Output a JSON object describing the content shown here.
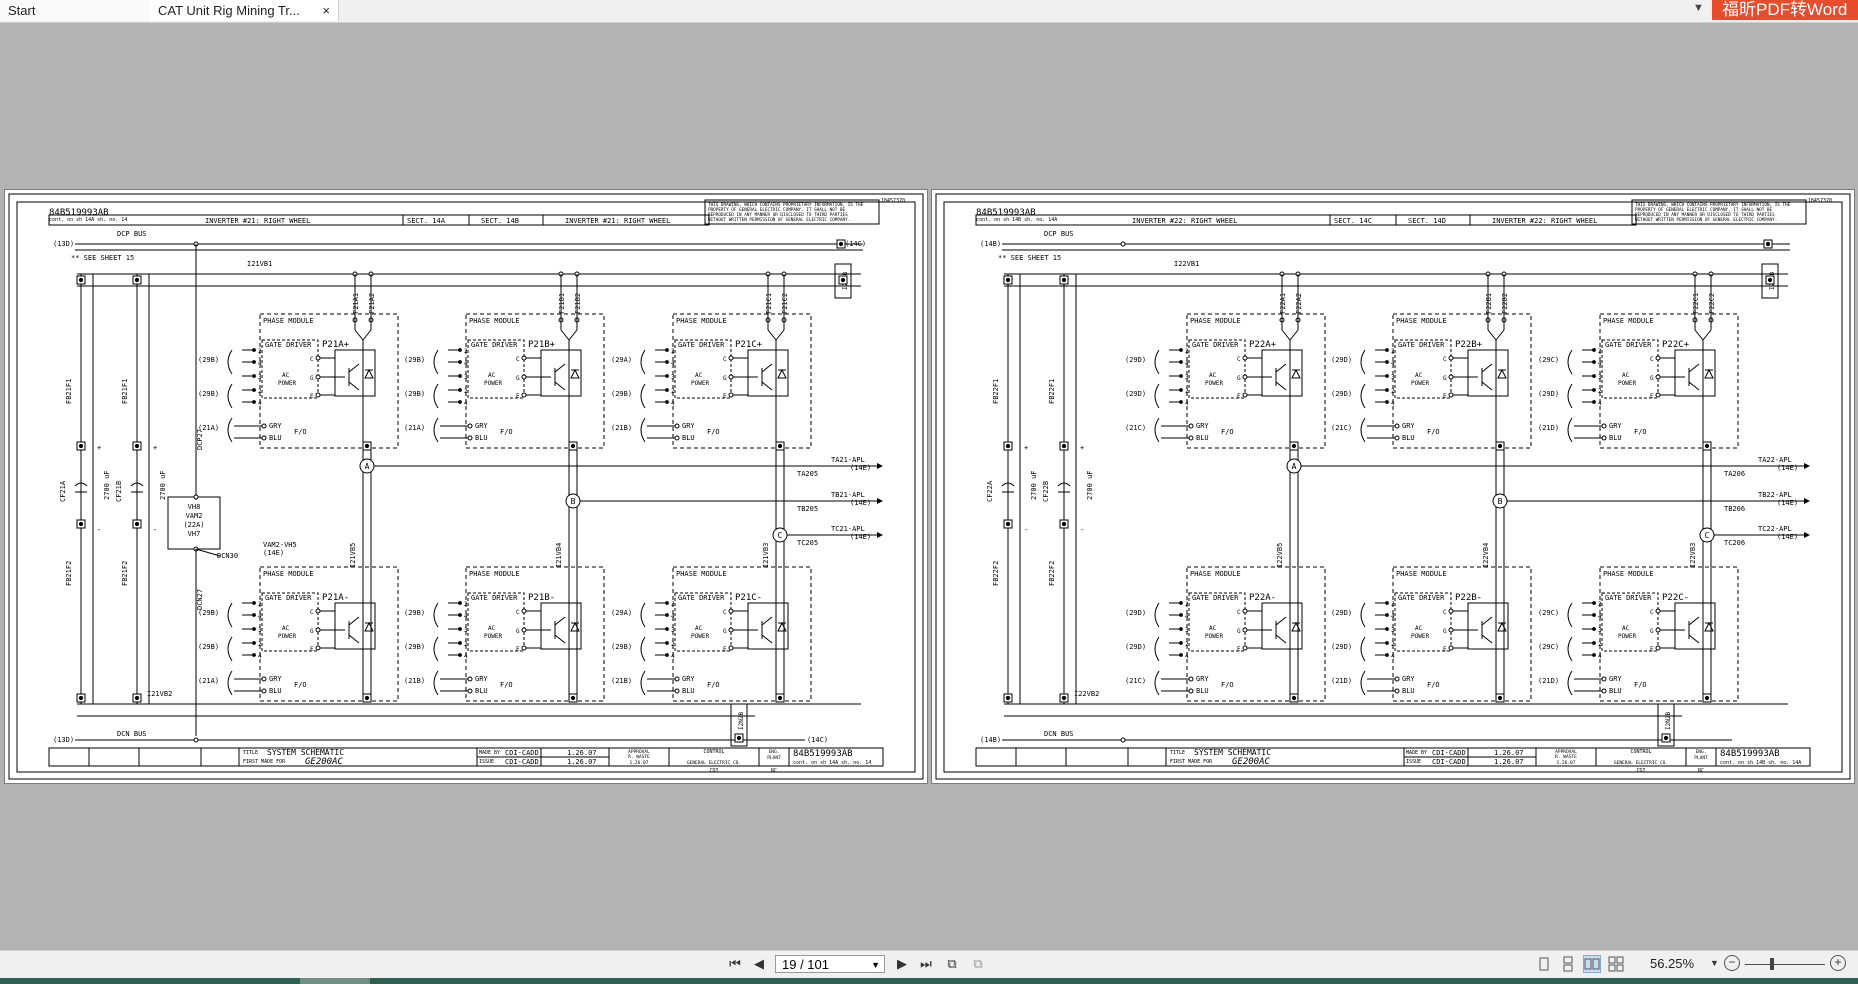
{
  "tabs": {
    "start": "Start",
    "document": "CAT Unit Rig Mining Tr...",
    "close_glyph": "×",
    "brand": "福昕PDF转Word"
  },
  "status": {
    "page_indicator": "19 / 101",
    "zoom": "56.25%",
    "active_view": "two-page"
  },
  "sheets": [
    {
      "drawing_no": "84B519993AB",
      "cont_line": "cont. on sh 14A   sh. no. 14",
      "sheet_tag": "18457370",
      "proprietary": [
        "THIS DRAWING, WHICH CONTAINS PROPRIETARY INFORMATION, IS THE",
        "PROPERTY OF GENERAL ELECTRIC COMPANY. IT SHALL NOT BE",
        "REPRODUCED IN ANY MANNER OR DISCLOSED TO THIRD PARTIES",
        "WITHOUT WRITTEN PERMISSION OF GENERAL ELECTRIC COMPANY."
      ],
      "header_left": "INVERTER #21: RIGHT WHEEL",
      "sect_a": "SECT. 14A",
      "sect_b": "SECT. 14B",
      "header_right": "INVERTER #21: RIGHT WHEEL",
      "dcp_bus": "DCP BUS",
      "dcn_bus": "DCN BUS",
      "bus_in": "(13D)",
      "bus_out": "(14C)",
      "see_sheet": "** SEE SHEET 15",
      "vb_top": "I21VB1",
      "vb_bottom": "I21VB2",
      "fb": [
        "FB21F1",
        "FB21F1",
        "FB21F2",
        "FB21F2"
      ],
      "caps": [
        "CF21A",
        "CF21B"
      ],
      "cap_val": "2700 uF",
      "vam": [
        "VH8",
        "VAM2",
        "(22A)",
        "VH7"
      ],
      "vam_out": [
        "VAM2-VH5",
        "(14E)"
      ],
      "dcp27": "DCP27",
      "dcn27": "DCN27",
      "dcn30": "DCN30",
      "p2b": "I2P2B",
      "n2b": "I2N2B",
      "phase_label": "PHASE MODULE",
      "gate_label": "GATE DRIVER",
      "ac_power": [
        "AC",
        "POWER"
      ],
      "fo": "F/O",
      "gry": "GRY",
      "blu": "BLU",
      "modules_top": [
        {
          "name": "P21A+",
          "fuses": [
            "F21A1",
            "F21A2"
          ],
          "refs": [
            "(29B)",
            "(29B)",
            "(21A)"
          ]
        },
        {
          "name": "P21B+",
          "fuses": [
            "F21B1",
            "F21B2"
          ],
          "refs": [
            "(29B)",
            "(29B)",
            "(21A)"
          ]
        },
        {
          "name": "P21C+",
          "fuses": [
            "F21C1",
            "F21C2"
          ],
          "refs": [
            "(29A)",
            "(29B)",
            "(21B)"
          ]
        }
      ],
      "modules_bottom": [
        {
          "name": "P21A-",
          "refs": [
            "(29B)",
            "(29B)",
            "(21A)"
          ]
        },
        {
          "name": "P21B-",
          "refs": [
            "(29B)",
            "(29B)",
            "(21B)"
          ]
        },
        {
          "name": "P21C-",
          "refs": [
            "(29A)",
            "(29B)",
            "(21B)"
          ]
        }
      ],
      "vb_phase": [
        "I21VB5",
        "I21VB4",
        "I21VB3"
      ],
      "nodes": [
        "A",
        "B",
        "C"
      ],
      "outputs": [
        {
          "top": "TA21-APL",
          "ref": "(14E)",
          "wire": "TA205"
        },
        {
          "top": "TB21-APL",
          "ref": "(14E)",
          "wire": "TB205"
        },
        {
          "top": "TC21-APL",
          "ref": "(14E)",
          "wire": "TC205"
        }
      ],
      "title_block": {
        "title_tag": "TITLE",
        "title": "SYSTEM SCHEMATIC",
        "first_made_tag": "FIRST MADE FOR",
        "first_made": "GE200AC",
        "made_by_tag": "MADE BY",
        "issue_tag": "ISSUE",
        "made_by": "CDI-CADD",
        "issue": "CDI-CADD",
        "date1": "1.26.07",
        "date2": "1.26.07",
        "approval": "APPROVAL",
        "approver": "R. WASTE",
        "approval_date": "1.26.07",
        "control": "CONTROL",
        "company": "GENERAL ELECTRIC CO.",
        "cdi": "CDI",
        "eng": "ENG.",
        "plant": "PLANT",
        "rc": "RC",
        "drawing_no": "84B519993AB",
        "cont_line": "cont. on sh 14A   sh. no. 14"
      }
    },
    {
      "drawing_no": "84B519993AB",
      "cont_line": "cont. on sh 14B   sh. no. 14A",
      "sheet_tag": "18457370",
      "proprietary": [
        "THIS DRAWING, WHICH CONTAINS PROPRIETARY INFORMATION, IS THE",
        "PROPERTY OF GENERAL ELECTRIC COMPANY. IT SHALL NOT BE",
        "REPRODUCED IN ANY MANNER OR DISCLOSED TO THIRD PARTIES",
        "WITHOUT WRITTEN PERMISSION OF GENERAL ELECTRIC COMPANY."
      ],
      "header_left": "INVERTER #22: RIGHT WHEEL",
      "sect_a": "SECT. 14C",
      "sect_b": "SECT. 14D",
      "header_right": "INVERTER #22: RIGHT WHEEL",
      "dcp_bus": "DCP BUS",
      "dcn_bus": "DCN BUS",
      "bus_in": "(14B)",
      "bus_out": "",
      "see_sheet": "** SEE SHEET 15",
      "vb_top": "I22VB1",
      "vb_bottom": "I22VB2",
      "fb": [
        "FB22F1",
        "FB22F1",
        "FB22F2",
        "FB22F2"
      ],
      "caps": [
        "CF22A",
        "CF22B"
      ],
      "cap_val": "2700 uF",
      "vam": [],
      "vam_out": [],
      "dcp27": "",
      "dcn27": "",
      "dcn30": "",
      "p2b": "I2P2B",
      "n2b": "I2N2B",
      "phase_label": "PHASE MODULE",
      "gate_label": "GATE DRIVER",
      "ac_power": [
        "AC",
        "POWER"
      ],
      "fo": "F/O",
      "gry": "GRY",
      "blu": "BLU",
      "modules_top": [
        {
          "name": "P22A+",
          "fuses": [
            "F22A1",
            "F22A2"
          ],
          "refs": [
            "(29D)",
            "(29D)",
            "(21C)"
          ]
        },
        {
          "name": "P22B+",
          "fuses": [
            "F22B1",
            "F22B2"
          ],
          "refs": [
            "(29D)",
            "(29D)",
            "(21C)"
          ]
        },
        {
          "name": "P22C+",
          "fuses": [
            "F22C1",
            "F22C2"
          ],
          "refs": [
            "(29C)",
            "(29D)",
            "(21D)"
          ]
        }
      ],
      "modules_bottom": [
        {
          "name": "P22A-",
          "refs": [
            "(29D)",
            "(29D)",
            "(21C)"
          ]
        },
        {
          "name": "P22B-",
          "refs": [
            "(29D)",
            "(29D)",
            "(21D)"
          ]
        },
        {
          "name": "P22C-",
          "refs": [
            "(29C)",
            "(29C)",
            "(21D)"
          ]
        }
      ],
      "vb_phase": [
        "I22VB5",
        "I22VB4",
        "I22VB3"
      ],
      "nodes": [
        "A",
        "B",
        "C"
      ],
      "outputs": [
        {
          "top": "TA22-APL",
          "ref": "(14E)",
          "wire": "TA206"
        },
        {
          "top": "TB22-APL",
          "ref": "(14E)",
          "wire": "TB206"
        },
        {
          "top": "TC22-APL",
          "ref": "(14E)",
          "wire": "TC206"
        }
      ],
      "title_block": {
        "title_tag": "TITLE",
        "title": "SYSTEM SCHEMATIC",
        "first_made_tag": "FIRST MADE FOR",
        "first_made": "GE200AC",
        "made_by_tag": "MADE BY",
        "issue_tag": "ISSUE",
        "made_by": "CDI-CADD",
        "issue": "CDI-CADD",
        "date1": "1.26.07",
        "date2": "1.26.07",
        "approval": "APPROVAL",
        "approver": "R. WASTE",
        "approval_date": "1.26.07",
        "control": "CONTROL",
        "company": "GENERAL ELECTRIC CO.",
        "cdi": "CDI",
        "eng": "ENG.",
        "plant": "PLANT",
        "rc": "RC",
        "drawing_no": "84B519993AB",
        "cont_line": "cont. on sh 14B   sh. no. 14A"
      }
    }
  ]
}
